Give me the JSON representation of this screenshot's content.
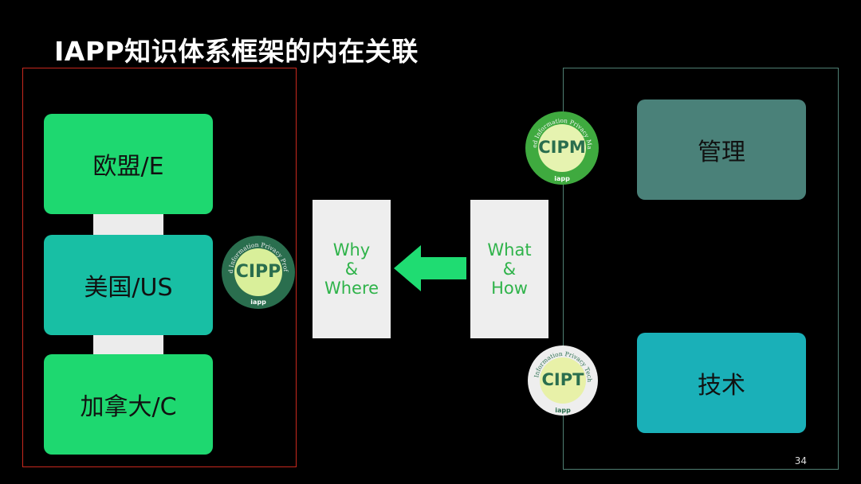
{
  "title": "IAPP知识体系框架的内在关联",
  "left_boxes": [
    {
      "label": "欧盟/E",
      "color": "#1ed870"
    },
    {
      "label": "美国/US",
      "color": "#18bfa4"
    },
    {
      "label": "加拿大/C",
      "color": "#1ed870"
    }
  ],
  "middle": {
    "left_box": {
      "line1": "Why",
      "line2": "&",
      "line3": "Where"
    },
    "right_box": {
      "line1": "What",
      "line2": "&",
      "line3": "How"
    },
    "arrow_color": "#1fdc72"
  },
  "right_boxes": [
    {
      "label": "管理",
      "color": "#4a8179"
    },
    {
      "label": "技术",
      "color": "#1ab0b8"
    }
  ],
  "badges": {
    "cipp": {
      "acronym": "CIPP",
      "ring_text": "Certified Information Privacy Professional",
      "brand": "iapp",
      "ring_color": "#2a6e4e"
    },
    "cipm": {
      "acronym": "CIPM",
      "ring_text": "Certified Information Privacy Manager",
      "brand": "iapp",
      "ring_color": "#3faa3f"
    },
    "cipt": {
      "acronym": "CIPT",
      "ring_text": "Certified Information Privacy Technologist",
      "brand": "iapp",
      "ring_color": "#eeeeee"
    }
  },
  "page_number": "34"
}
